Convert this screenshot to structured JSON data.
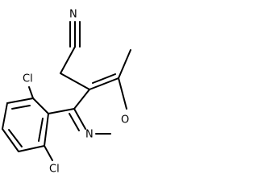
{
  "molecule": {
    "atoms": {
      "nitrile_n": "N",
      "ring_o": "O",
      "ring_n": "N",
      "cl_top": "Cl",
      "cl_bottom": "Cl"
    }
  },
  "colors": {
    "bond": "#000000",
    "label": "#000000",
    "background": "#ffffff"
  }
}
